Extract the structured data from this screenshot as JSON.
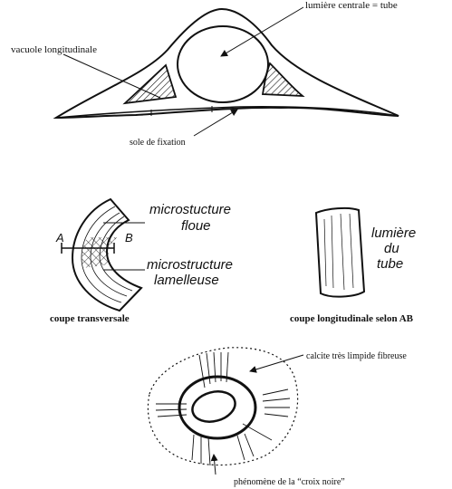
{
  "top_section": {
    "label_central_lumen": "lumière centrale = tube",
    "label_longitudinal_vacuole": "vacuole longitudinale",
    "label_attachment_sole": "sole de fixation"
  },
  "middle_section": {
    "label_blurry_line1": "microstucture",
    "label_blurry_line2": "floue",
    "label_lamellar_line1": "microstructure",
    "label_lamellar_line2": "lamelleuse",
    "marker_a": "A",
    "marker_b": "B",
    "label_lumen_line1": "lumière",
    "label_lumen_line2": "du",
    "label_lumen_line3": "tube",
    "caption_transverse": "coupe transversale",
    "caption_longitudinal": "coupe longitudinale selon AB"
  },
  "bottom_section": {
    "label_calcite": "calcite très limpide fibreuse",
    "label_black_cross": "phénomène de la “croix noire”"
  }
}
